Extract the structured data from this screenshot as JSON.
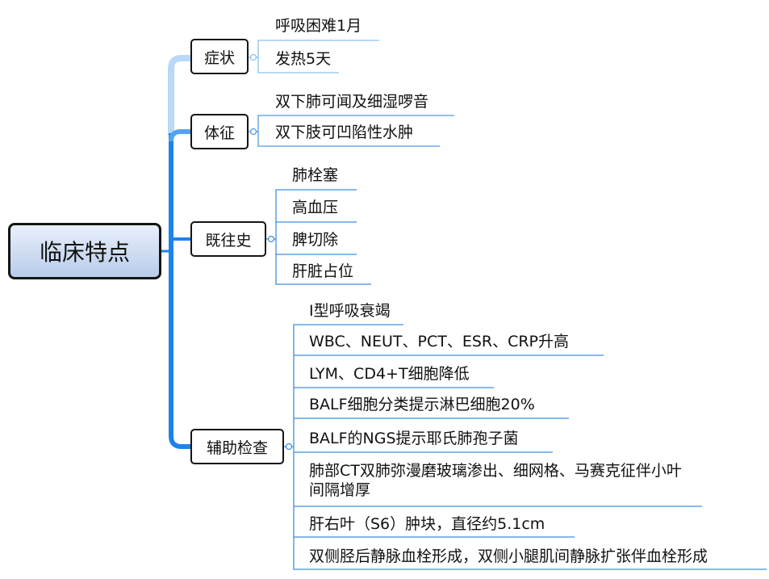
{
  "root": {
    "label": "临床特点"
  },
  "categories": [
    {
      "label": "症状",
      "items": [
        "呼吸困难1月",
        "发热5天"
      ]
    },
    {
      "label": "体征",
      "items": [
        "双下肺可闻及细湿啰音",
        "双下肢可凹陷性水肿"
      ]
    },
    {
      "label": "既往史",
      "items": [
        "肺栓塞",
        "高血压",
        "脾切除",
        "肝脏占位"
      ]
    },
    {
      "label": "辅助检查",
      "items": [
        "I型呼吸衰竭",
        "WBC、NEUT、PCT、ESR、CRP升高",
        "LYM、CD4+T细胞降低",
        "BALF细胞分类提示淋巴细胞20%",
        "BALF的NGS提示耶氏肺孢子菌",
        "肺部CT双肺弥漫磨玻璃渗出、细网格、马赛克征伴小叶间隔增厚",
        "肝右叶（S6）肿块，直径约5.1cm",
        "双侧胫后静脉血栓形成，双侧小腿肌间静脉扩张伴血栓形成"
      ]
    }
  ],
  "colors": {
    "trunk": "#1e82ee",
    "trunk_light": "#b8d9f7",
    "leaf_line": "#3d8fe0",
    "border": "#141414"
  }
}
